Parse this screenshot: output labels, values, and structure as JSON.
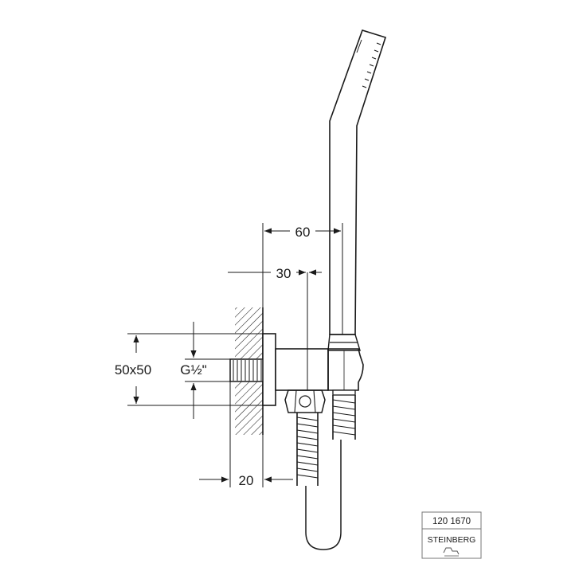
{
  "dimensions": {
    "dim_60": "60",
    "dim_30": "30",
    "dim_20": "20",
    "dim_50x50": "50x50",
    "thread": "G½\""
  },
  "stamp": {
    "article_number": "120 1670",
    "brand": "STEINBERG"
  },
  "colors": {
    "line": "#1a1a1a",
    "stamp_border": "#777777",
    "background": "#ffffff"
  }
}
